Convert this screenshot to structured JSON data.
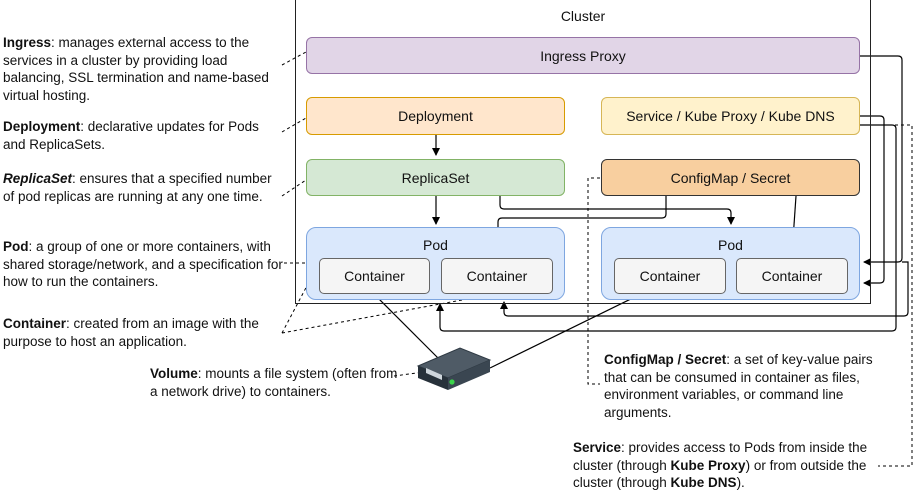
{
  "cluster": {
    "label": "Cluster"
  },
  "nodes": {
    "ingress_proxy": "Ingress Proxy",
    "deployment": "Deployment",
    "service": "Service / Kube Proxy / Kube DNS",
    "replicaset": "ReplicaSet",
    "configmap": "ConfigMap / Secret"
  },
  "pods": [
    {
      "label": "Pod",
      "containers": [
        "Container",
        "Container"
      ]
    },
    {
      "label": "Pod",
      "containers": [
        "Container",
        "Container"
      ]
    }
  ],
  "notes": {
    "ingress": {
      "term": "Ingress",
      "text": ": manages external access to the services in a cluster by providing load balancing, SSL termination and name-based virtual hosting."
    },
    "deployment": {
      "term": "Deployment",
      "text": ": declarative updates for Pods and ReplicaSets."
    },
    "replicaset": {
      "term": "ReplicaSet",
      "text": ": ensures that a specified number of pod replicas are running at any one time."
    },
    "pod": {
      "term": "Pod",
      "text": ": a group of one or more containers, with shared storage/network, and a specification for how to run the containers."
    },
    "container": {
      "term": "Container",
      "text": ": created from an image with the purpose to host an application."
    },
    "volume": {
      "term": "Volume",
      "text": ": mounts a file system (often from a network drive) to containers."
    },
    "configmap": {
      "term": "ConfigMap / Secret",
      "text": ": a set of key-value pairs that can be consumed in container as files, environment variables, or command line arguments."
    },
    "service": {
      "term": "Service",
      "text1": ": provides access to Pods from inside the cluster (through ",
      "kube_proxy": "Kube Proxy",
      "text2": ") or from outside the cluster (through ",
      "kube_dns": "Kube DNS",
      "text3": ")."
    }
  },
  "colors": {
    "ingress_fill": "#e1d5e7",
    "ingress_border": "#9673a6",
    "deployment_fill": "#ffe6cc",
    "deployment_border": "#d79b00",
    "service_fill": "#fff2cc",
    "service_border": "#d6b656",
    "replicaset_fill": "#d5e8d4",
    "replicaset_border": "#82b366",
    "configmap_fill": "#f8cf9f",
    "configmap_border": "#333333",
    "pod_fill": "#dae8fc",
    "pod_border": "#7ea6e0"
  },
  "icons": {
    "volume": "hard-drive-icon"
  }
}
